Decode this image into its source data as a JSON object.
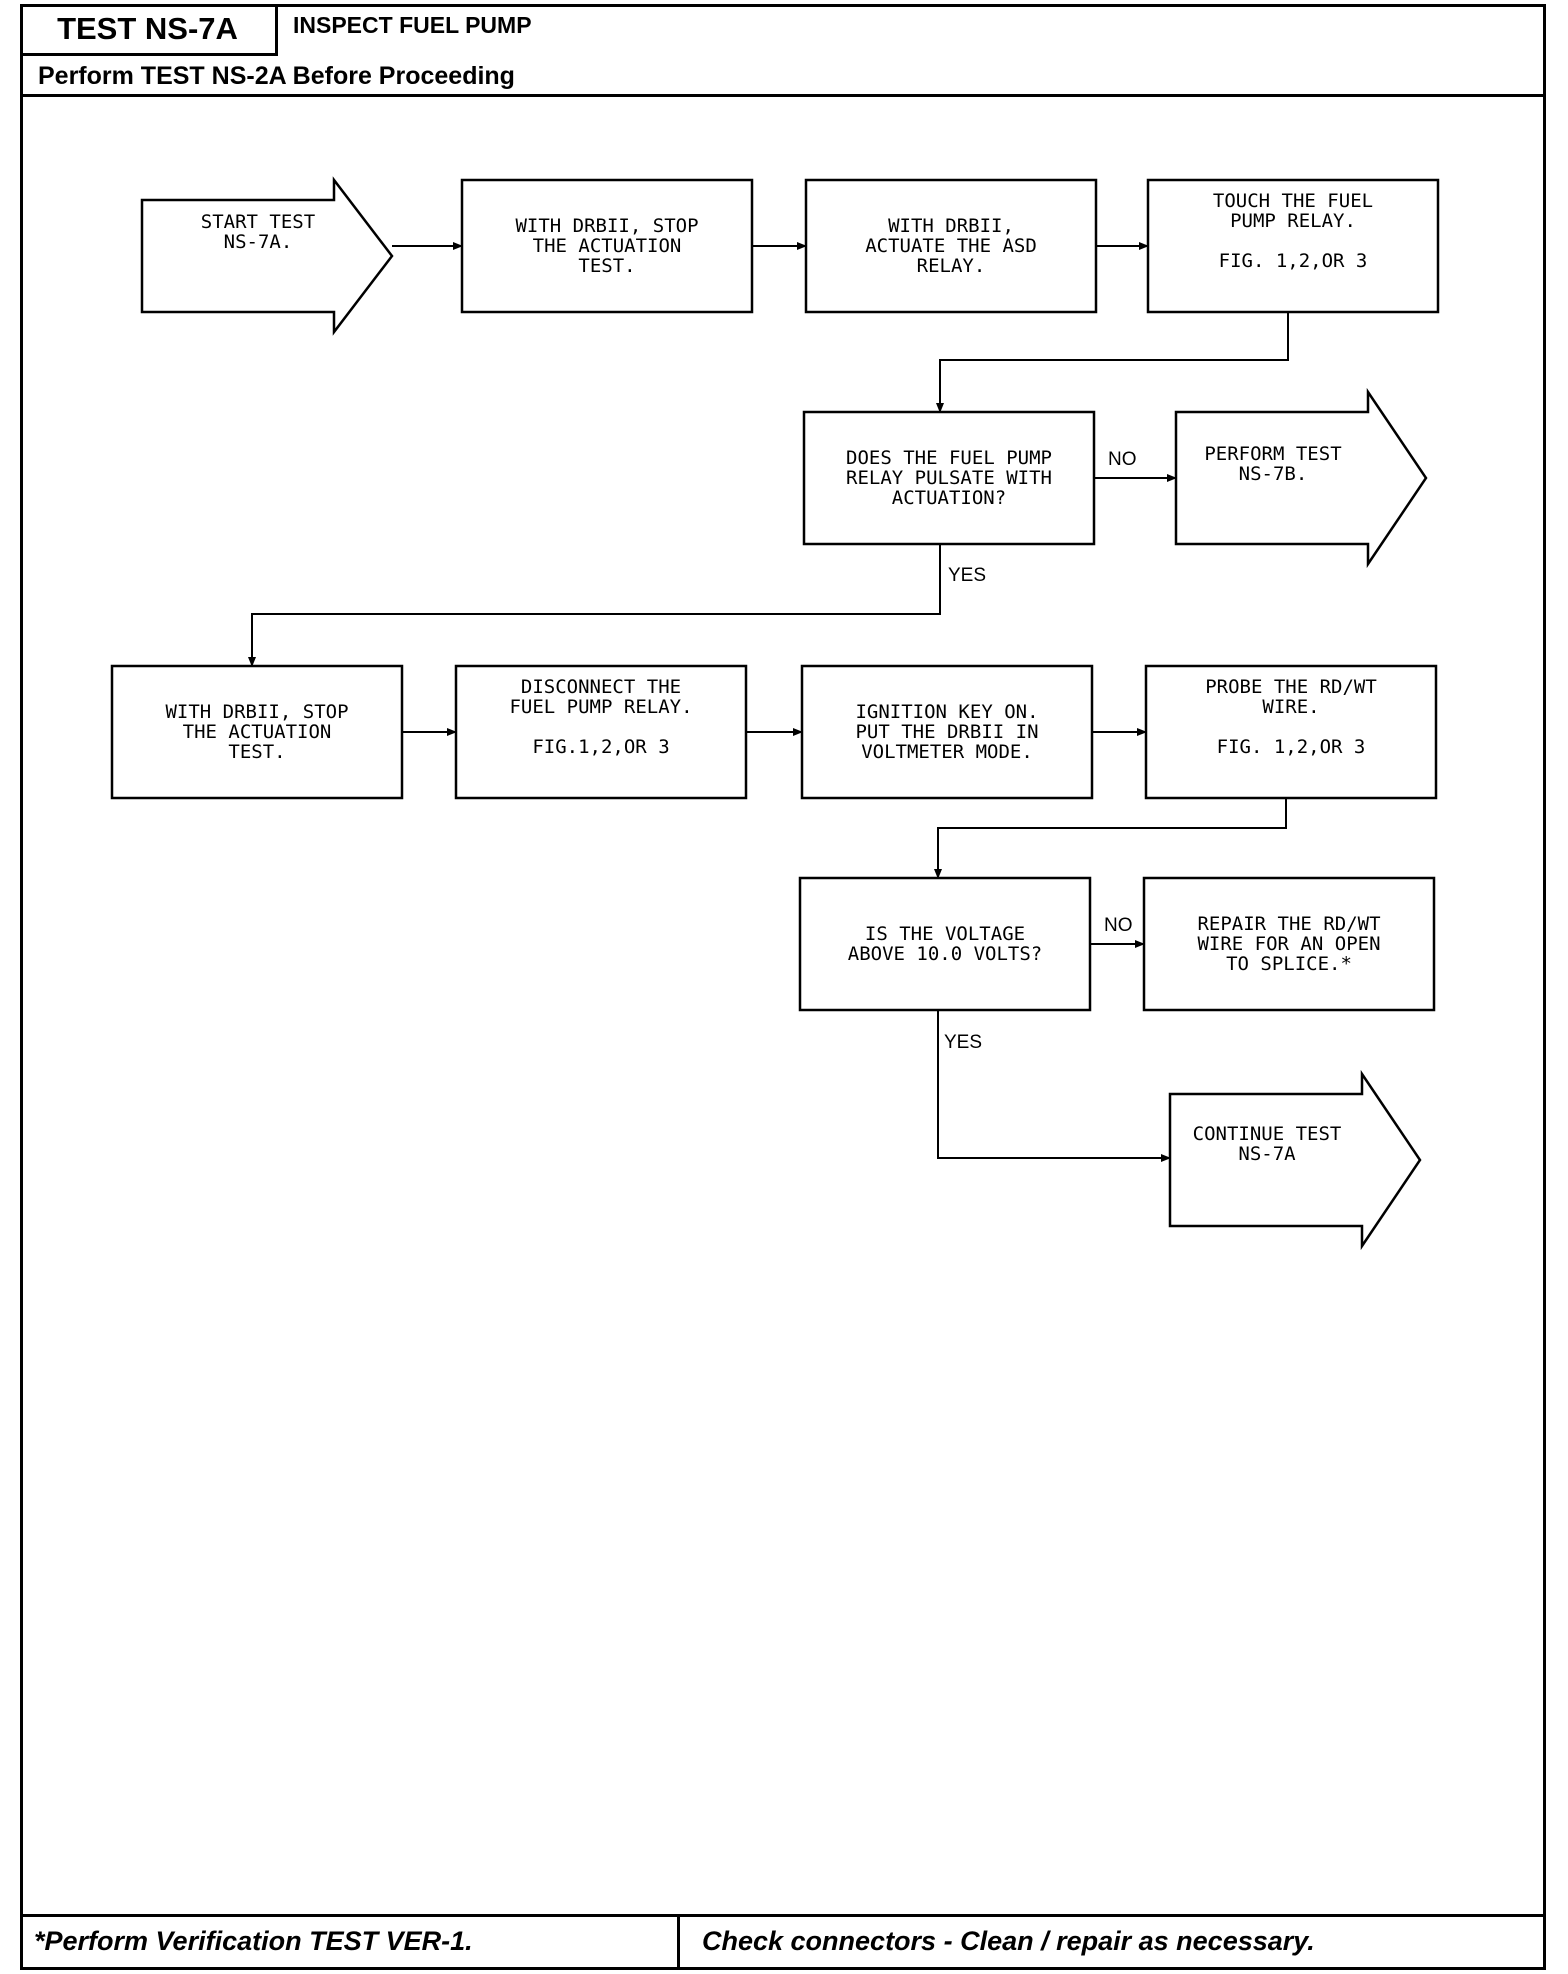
{
  "header": {
    "test_id": "TEST NS-7A",
    "title": "INSPECT FUEL PUMP",
    "precondition": "Perform TEST NS-2A Before Proceeding"
  },
  "footer": {
    "left": "*Perform Verification TEST VER-1.",
    "right": "Check connectors - Clean / repair as necessary."
  },
  "nodes": {
    "start": [
      "START TEST",
      "NS-7A."
    ],
    "stop_actuation_1": [
      "WITH DRBII, STOP",
      "THE ACTUATION",
      "TEST."
    ],
    "actuate_asd": [
      "WITH DRBII,",
      "ACTUATE THE ASD",
      "RELAY."
    ],
    "touch_relay": [
      "TOUCH THE FUEL",
      "PUMP RELAY.",
      "",
      "FIG. 1,2,OR 3"
    ],
    "relay_pulsate": [
      "DOES THE FUEL PUMP",
      "RELAY PULSATE WITH",
      "ACTUATION?"
    ],
    "perform_ns7b": [
      "PERFORM TEST",
      "NS-7B."
    ],
    "stop_actuation_2": [
      "WITH DRBII, STOP",
      "THE ACTUATION",
      "TEST."
    ],
    "disconnect_relay": [
      "DISCONNECT THE",
      "FUEL PUMP RELAY.",
      "",
      "FIG.1,2,OR 3"
    ],
    "ignition_on": [
      "IGNITION KEY ON.",
      "PUT THE DRBII IN",
      "VOLTMETER MODE."
    ],
    "probe_wire": [
      "PROBE THE RD/WT",
      "WIRE.",
      "",
      "FIG. 1,2,OR 3"
    ],
    "voltage_check": [
      "IS THE VOLTAGE",
      "ABOVE 10.0 VOLTS?"
    ],
    "repair_wire": [
      "REPAIR THE RD/WT",
      "WIRE FOR AN OPEN",
      "TO SPLICE.*"
    ],
    "continue_test": [
      "CONTINUE TEST",
      "NS-7A"
    ]
  },
  "edge_labels": {
    "no_1": "NO",
    "yes_1": "YES",
    "no_2": "NO",
    "yes_2": "YES"
  }
}
